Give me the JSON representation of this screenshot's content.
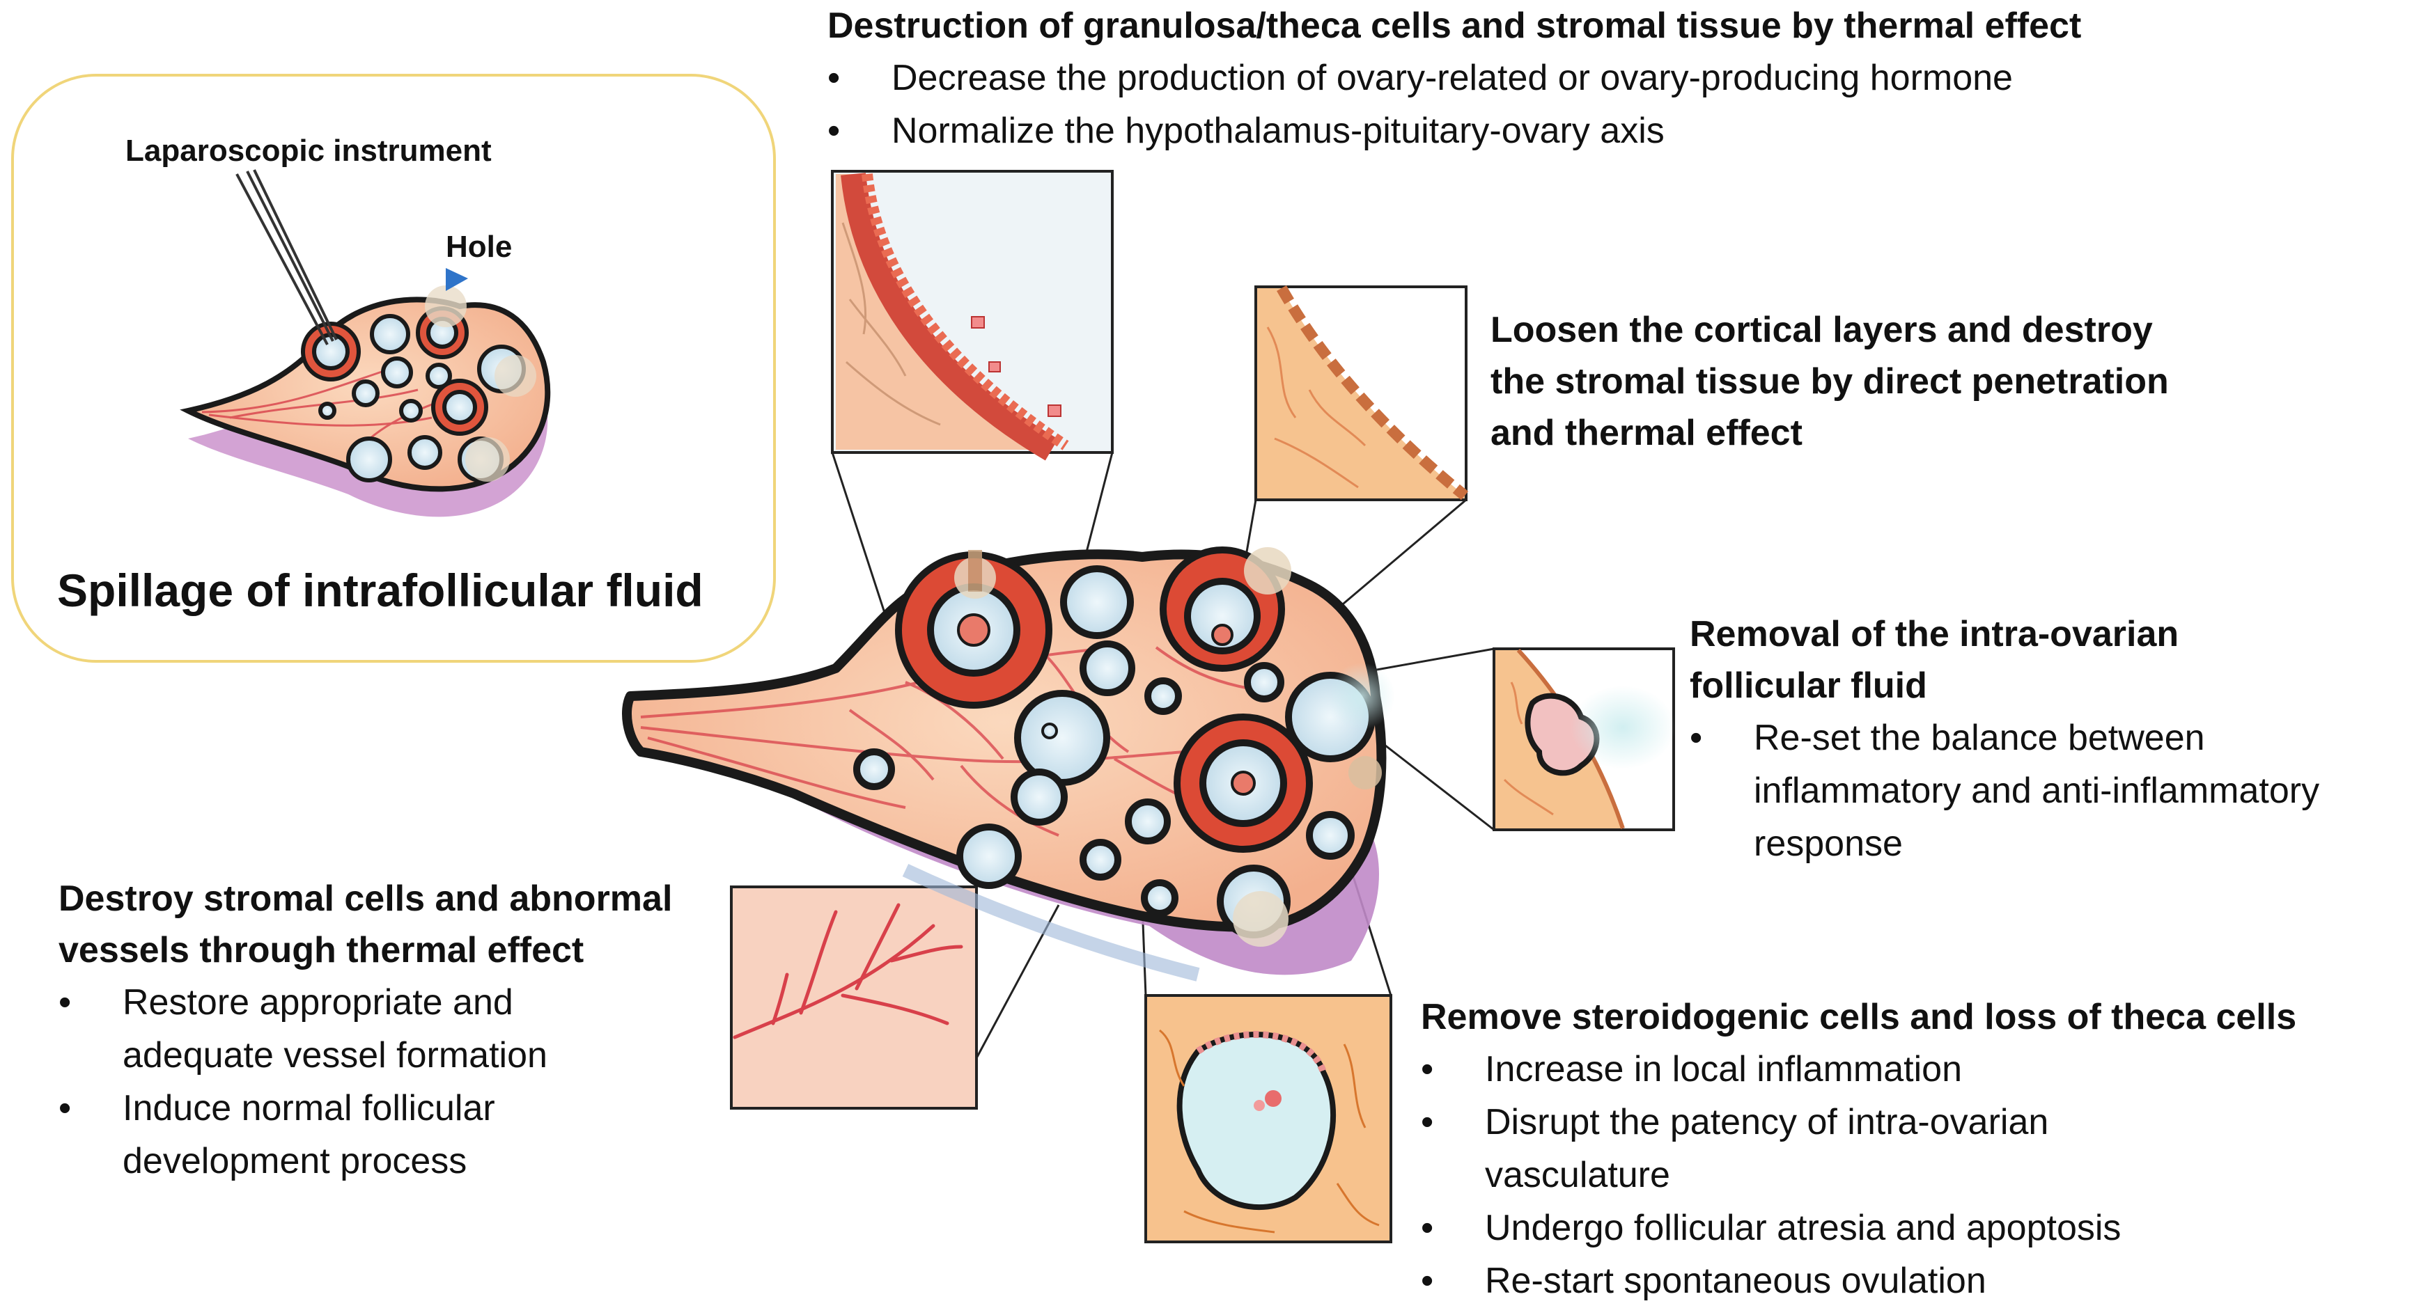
{
  "inset": {
    "instrument_label": "Laparoscopic instrument",
    "hole_label": "Hole",
    "title": "Spillage of intrafollicular fluid"
  },
  "callouts": {
    "top": {
      "heading": "Destruction of granulosa/theca cells and stromal tissue by thermal effect",
      "bullets": [
        "Decrease the production of ovary-related or ovary-producing hormone",
        "Normalize the hypothalamus-pituitary-ovary axis"
      ]
    },
    "cortical": {
      "heading_lines": [
        "Loosen the cortical layers and destroy",
        "the stromal tissue by direct penetration",
        "and thermal effect"
      ]
    },
    "fluid": {
      "heading_lines": [
        "Removal of the intra-ovarian",
        "follicular fluid"
      ],
      "bullets": [
        [
          "Re-set the balance between",
          "inflammatory and anti-inflammatory",
          "response"
        ]
      ]
    },
    "stromal": {
      "heading_lines": [
        "Destroy stromal cells and abnormal",
        "vessels through thermal effect"
      ],
      "bullets": [
        [
          "Restore appropriate and",
          "adequate vessel formation"
        ],
        [
          "Induce normal follicular",
          "development process"
        ]
      ]
    },
    "steroid": {
      "heading": "Remove steroidogenic cells and loss of theca cells",
      "bullets": [
        [
          "Increase in local inflammation"
        ],
        [
          "Disrupt the patency of intra-ovarian",
          "vasculature"
        ],
        [
          "Undergo follicular atresia and apoptosis"
        ],
        [
          "Re-start spontaneous ovulation"
        ]
      ]
    }
  },
  "colors": {
    "inset_border": "#f0d57a",
    "pointer": "#2f74c9",
    "stroma": "#f8c9a7",
    "vessel": "#d8404a",
    "follicle_fluid": "#d5e8f2",
    "capsule": "#1a1a1a",
    "underside": "#c08ac8"
  }
}
